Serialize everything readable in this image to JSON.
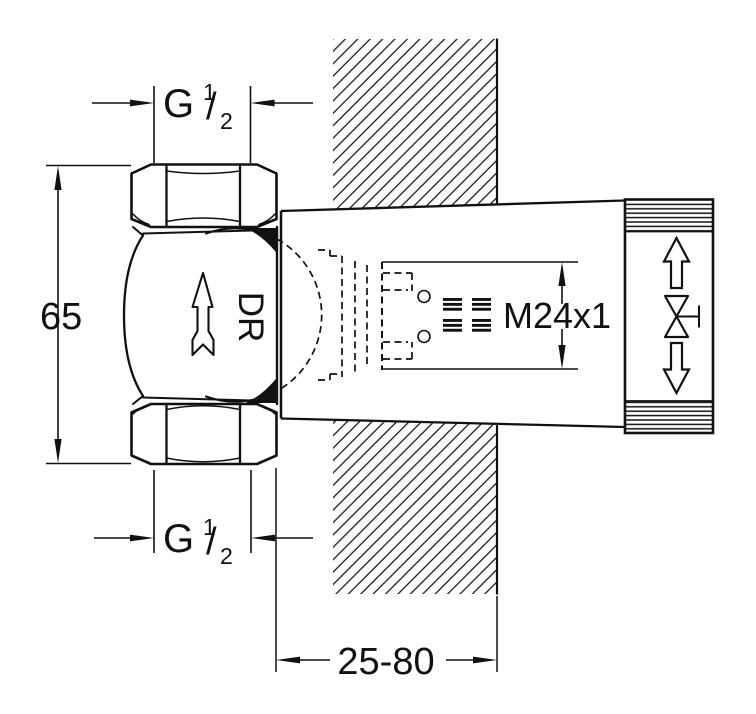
{
  "page": {
    "background": "#ffffff",
    "line_color": "#111111",
    "kind": "technical installation drawing, concealed shut-off valve cross-section"
  },
  "labels": {
    "height": "65",
    "thread_top": {
      "prefix": "G",
      "numerator": "1",
      "slash": "/",
      "denominator": "2"
    },
    "thread_bottom": {
      "prefix": "G",
      "numerator": "1",
      "slash": "/",
      "denominator": "2"
    },
    "cartridge_thread": "M24x1",
    "installation_depth": "25-80",
    "body_marking": "DR"
  },
  "icons": {
    "flow_direction": "hollow-arrow-up",
    "handle_open": "hollow-arrow-up",
    "handle_close": "hollow-arrow-down",
    "shutoff_symbol": "bowtie-valve-symbol",
    "wall": "diagonal-hatch",
    "knurling": "horizontal-line-band"
  }
}
